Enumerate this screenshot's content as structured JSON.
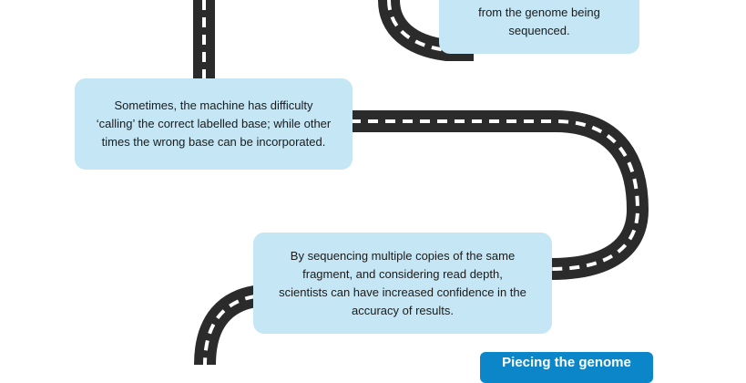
{
  "boxes": {
    "box1": {
      "lines": [
        "from the genome being",
        "sequenced."
      ]
    },
    "box2": {
      "lines": [
        "Sometimes, the machine has difficulty",
        "‘calling’ the correct labelled base; while other",
        "times the wrong base can be incorporated."
      ]
    },
    "box3": {
      "lines": [
        "By sequencing multiple copies of the same",
        "fragment, and considering read depth,",
        "scientists can have increased confidence in the",
        "accuracy of results."
      ]
    }
  },
  "header_tab": {
    "label": "Piecing the genome"
  },
  "colors": {
    "road": "#2b2b2b",
    "lane": "#ffffff",
    "box": "#c5e6f4",
    "tab": "#0a86c9"
  }
}
